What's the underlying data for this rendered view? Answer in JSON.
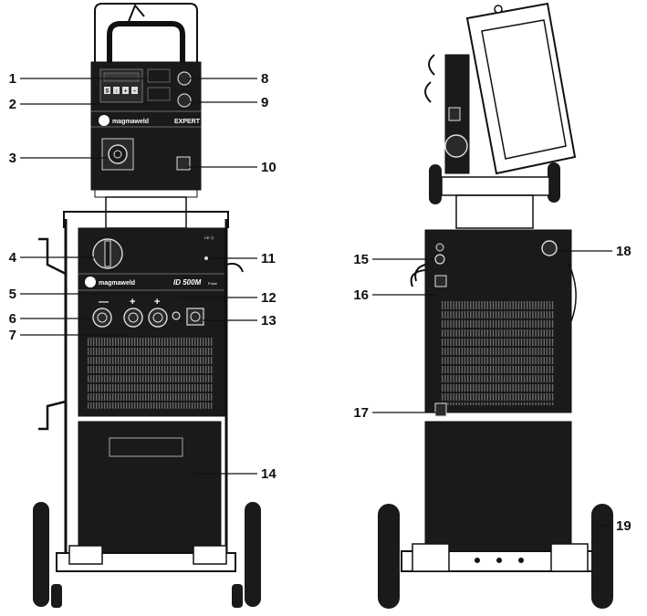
{
  "panel": {
    "brand": "magmaweld",
    "feeder_label": "EXPERT",
    "unit_model": "ID 500M",
    "unit_variant": "Pulse",
    "cert_mark": "CE ⓔ",
    "minus_sign": "—",
    "plus_sign": "+",
    "digit_buttons": [
      "S",
      "↕",
      "+",
      "−"
    ]
  },
  "callouts": {
    "c1": "1",
    "c2": "2",
    "c3": "3",
    "c4": "4",
    "c5": "5",
    "c6": "6",
    "c7": "7",
    "c8": "8",
    "c9": "9",
    "c10": "10",
    "c11": "11",
    "c12": "12",
    "c13": "13",
    "c14": "14",
    "c15": "15",
    "c16": "16",
    "c17": "17",
    "c18": "18",
    "c19": "19"
  },
  "colors": {
    "body": "#1a1a1a",
    "line": "#111111",
    "bg": "#ffffff"
  }
}
